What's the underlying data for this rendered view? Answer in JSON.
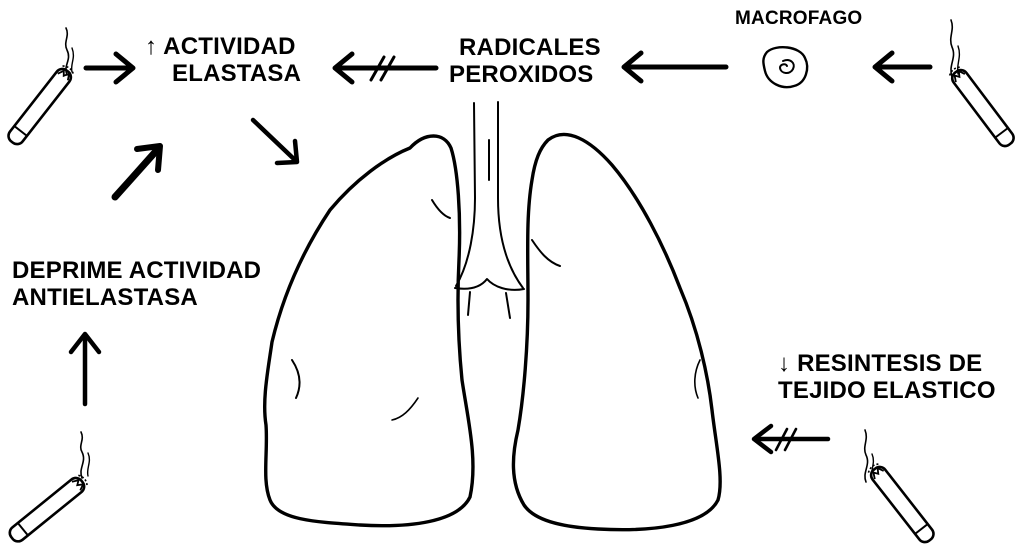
{
  "labels": {
    "elastase_line1": "↑ ACTIVIDAD",
    "elastase_line2": "ELASTASA",
    "radicals_line1": "RADICALES",
    "radicals_line2": "PEROXIDOS",
    "macrophage": "MACROFAGO",
    "antielastase_line1": "DEPRIME ACTIVIDAD",
    "antielastase_line2": "ANTIELASTASA",
    "resynthesis_line1": "↓ RESINTESIS DE",
    "resynthesis_line2": "TEJIDO ELASTICO"
  },
  "colors": {
    "ink": "#000000",
    "background": "#ffffff"
  },
  "icons": [
    "cigarette-icon",
    "macrophage-cell-icon",
    "lungs-icon",
    "arrow-icon",
    "blocked-arrow-icon"
  ]
}
